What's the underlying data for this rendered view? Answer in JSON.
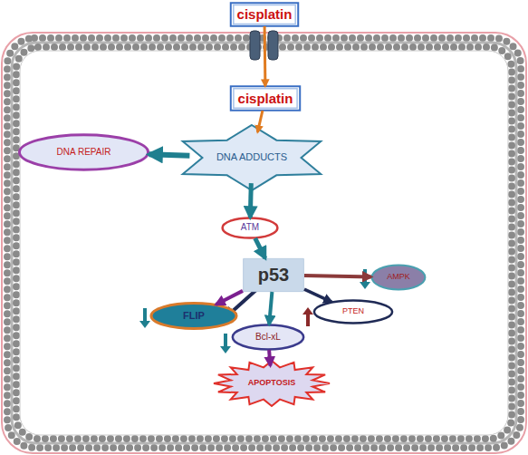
{
  "diagram": {
    "nodes": [
      {
        "text": [
          "cisplatin"
        ]
      },
      {
        "text": [
          "cisplatin"
        ]
      },
      {
        "text": [
          "DNA ADDUCTS"
        ]
      },
      {
        "text": [
          "DNA REPAIR"
        ]
      },
      {
        "text": [
          "ATM"
        ]
      },
      {
        "text": [
          "p53"
        ]
      },
      {
        "text": [
          "AMPK"
        ]
      },
      {
        "text": [
          "FLIP"
        ]
      },
      {
        "text": [
          "PTEN"
        ]
      },
      {
        "text": [
          "Bcl-xL"
        ]
      },
      {
        "text": [
          "APOPTOSIS"
        ]
      }
    ],
    "edges": [
      {
        "from": 0,
        "to": 1,
        "arrow": "to"
      },
      {
        "from": 1,
        "to": 2,
        "arrow": "to"
      },
      {
        "from": 2,
        "to": 3,
        "arrow": "to"
      },
      {
        "from": 2,
        "to": 4,
        "arrow": "to"
      },
      {
        "from": 4,
        "to": 5,
        "arrow": "to"
      },
      {
        "from": 5,
        "to": 6,
        "arrow": "to"
      },
      {
        "from": 5,
        "to": 7,
        "arrow": "to"
      },
      {
        "from": 5,
        "to": 8,
        "arrow": "to"
      },
      {
        "from": 5,
        "to": 9,
        "arrow": "to"
      },
      {
        "from": 9,
        "to": 10,
        "arrow": "to"
      }
    ]
  }
}
